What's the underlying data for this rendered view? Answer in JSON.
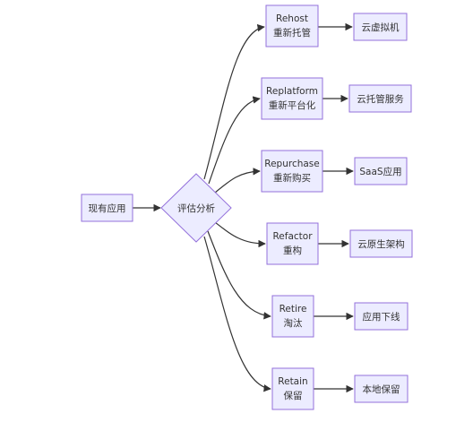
{
  "diagram": {
    "type": "flowchart",
    "direction": "LR",
    "nodes": {
      "existing_app": {
        "label": "现有应用"
      },
      "assess": {
        "label": "评估分析"
      },
      "rehost": {
        "label_en": "Rehost",
        "label_zh": "重新托管"
      },
      "replatform": {
        "label_en": "Replatform",
        "label_zh": "重新平台化"
      },
      "repurchase": {
        "label_en": "Repurchase",
        "label_zh": "重新购买"
      },
      "refactor": {
        "label_en": "Refactor",
        "label_zh": "重构"
      },
      "retire": {
        "label_en": "Retire",
        "label_zh": "淘汰"
      },
      "retain": {
        "label_en": "Retain",
        "label_zh": "保留"
      },
      "out_rehost": {
        "label": "云虚拟机"
      },
      "out_replatform": {
        "label": "云托管服务"
      },
      "out_repurchase": {
        "label": "SaaS应用"
      },
      "out_refactor": {
        "label": "云原生架构"
      },
      "out_retire": {
        "label": "应用下线"
      },
      "out_retain": {
        "label": "本地保留"
      }
    },
    "edges": [
      [
        "existing_app",
        "assess"
      ],
      [
        "assess",
        "rehost"
      ],
      [
        "assess",
        "replatform"
      ],
      [
        "assess",
        "repurchase"
      ],
      [
        "assess",
        "refactor"
      ],
      [
        "assess",
        "retire"
      ],
      [
        "assess",
        "retain"
      ],
      [
        "rehost",
        "out_rehost"
      ],
      [
        "replatform",
        "out_replatform"
      ],
      [
        "repurchase",
        "out_repurchase"
      ],
      [
        "refactor",
        "out_refactor"
      ],
      [
        "retire",
        "out_retire"
      ],
      [
        "retain",
        "out_retain"
      ]
    ]
  },
  "colors": {
    "node_fill": "#ECECFF",
    "node_stroke": "#9370DB",
    "edge": "#333333",
    "text": "#333333"
  }
}
